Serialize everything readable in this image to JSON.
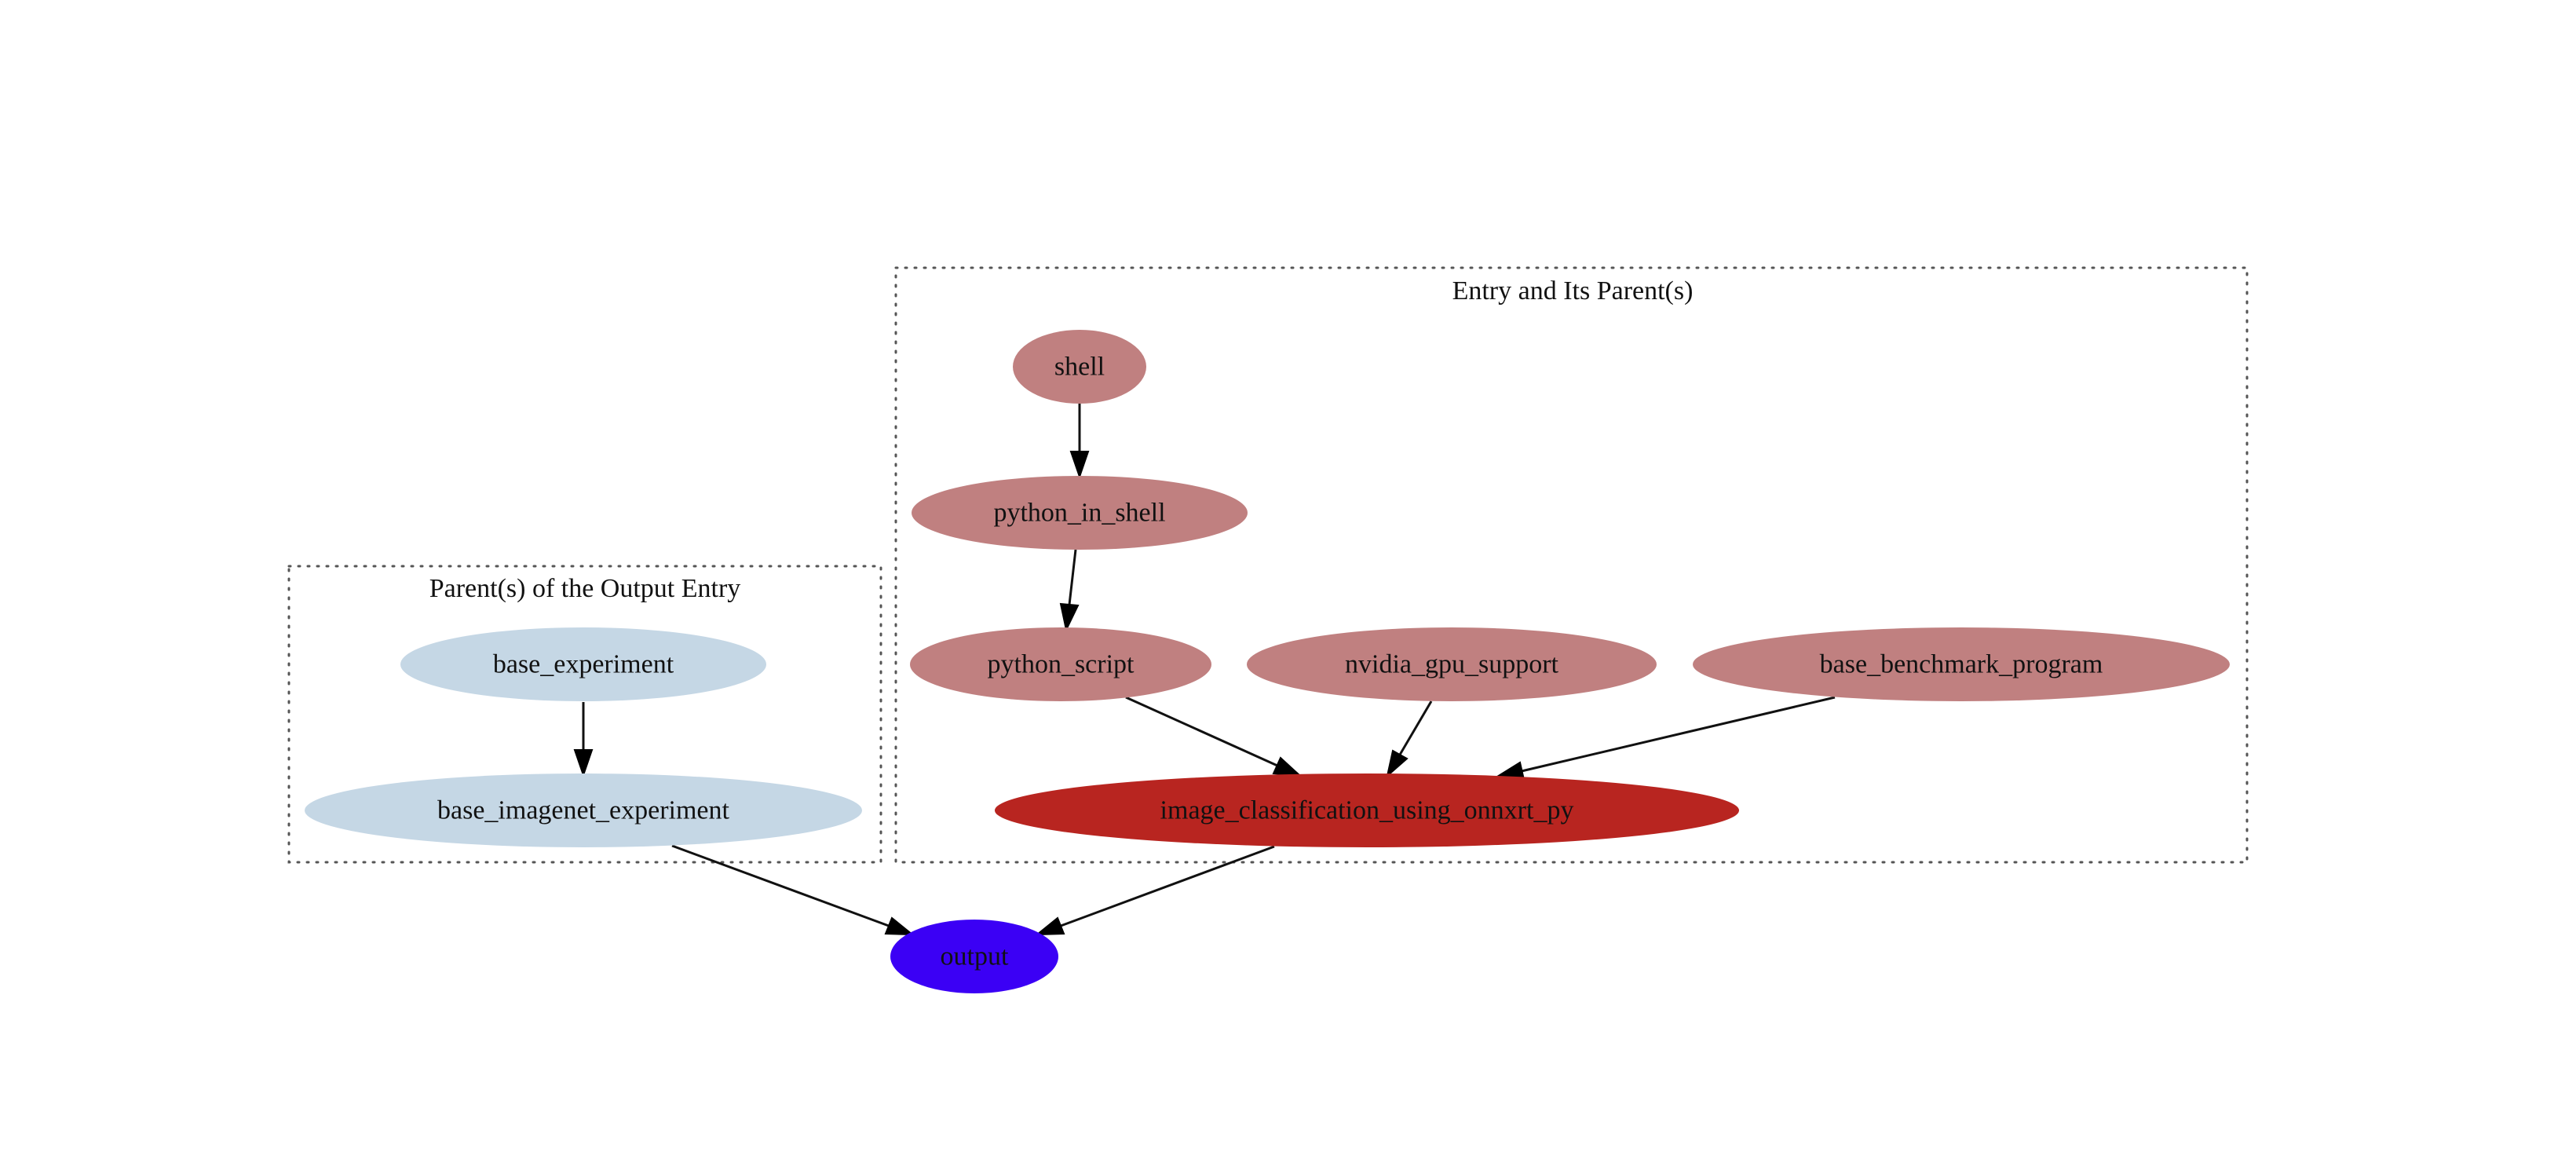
{
  "clusters": {
    "output_parents": {
      "label": "Parent(s) of the Output Entry"
    },
    "entry_parents": {
      "label": "Entry and Its Parent(s)"
    }
  },
  "nodes": {
    "shell": {
      "label": "shell",
      "color": "#c08080"
    },
    "python_in_shell": {
      "label": "python_in_shell",
      "color": "#c08080"
    },
    "python_script": {
      "label": "python_script",
      "color": "#c08080"
    },
    "nvidia_gpu_support": {
      "label": "nvidia_gpu_support",
      "color": "#c08080"
    },
    "base_benchmark_program": {
      "label": "base_benchmark_program",
      "color": "#c08080"
    },
    "image_classification_using_onnxrt_py": {
      "label": "image_classification_using_onnxrt_py",
      "color": "#b82520"
    },
    "base_experiment": {
      "label": "base_experiment",
      "color": "#c5d7e5"
    },
    "base_imagenet_experiment": {
      "label": "base_imagenet_experiment",
      "color": "#c5d7e5"
    },
    "output": {
      "label": "output",
      "color": "#3b00f5"
    }
  },
  "edges": [
    {
      "from": "shell",
      "to": "python_in_shell"
    },
    {
      "from": "python_in_shell",
      "to": "python_script"
    },
    {
      "from": "python_script",
      "to": "image_classification_using_onnxrt_py"
    },
    {
      "from": "nvidia_gpu_support",
      "to": "image_classification_using_onnxrt_py"
    },
    {
      "from": "base_benchmark_program",
      "to": "image_classification_using_onnxrt_py"
    },
    {
      "from": "base_experiment",
      "to": "base_imagenet_experiment"
    },
    {
      "from": "base_imagenet_experiment",
      "to": "output"
    },
    {
      "from": "image_classification_using_onnxrt_py",
      "to": "output"
    }
  ]
}
